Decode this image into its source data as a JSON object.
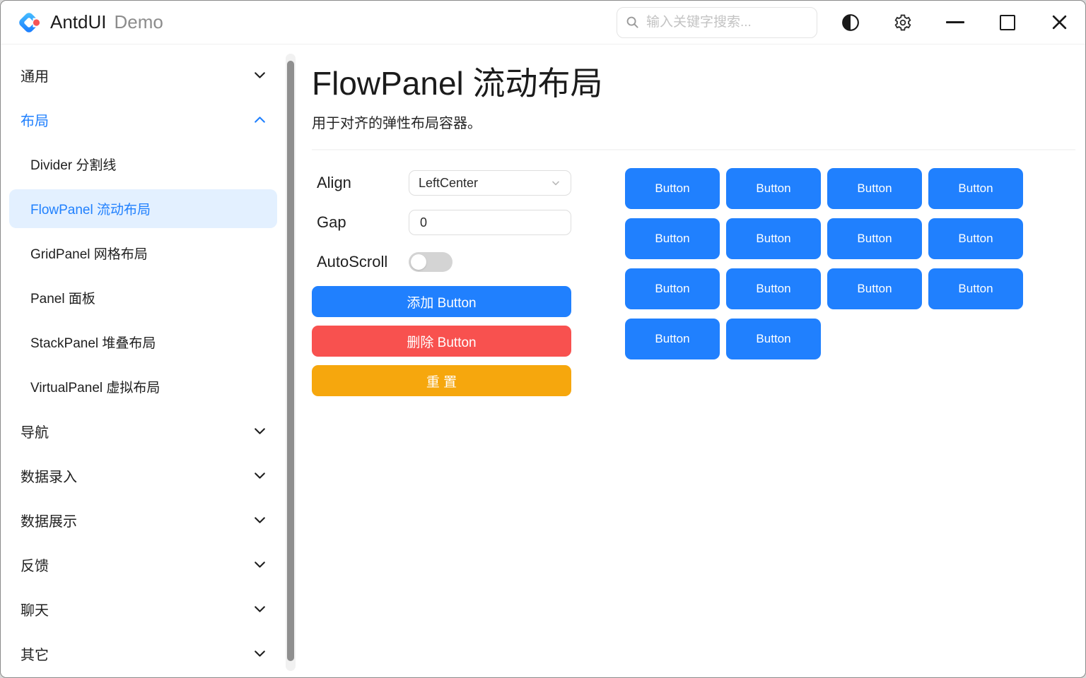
{
  "window": {
    "brand": "AntdUI",
    "brand_suffix": "Demo"
  },
  "titlebar": {
    "search_placeholder": "输入关键字搜索...",
    "search_value": "",
    "icons": {
      "search": "magnifier-icon",
      "theme": "half-circle-contrast-icon",
      "settings": "gear-icon",
      "minimize": "horizontal-bar-icon",
      "maximize": "square-outline-icon",
      "close": "x-icon"
    }
  },
  "sidebar": {
    "items": [
      {
        "label": "通用",
        "type": "group",
        "expanded": false
      },
      {
        "label": "布局",
        "type": "group",
        "expanded": true,
        "active": true
      },
      {
        "label": "Divider 分割线",
        "type": "child"
      },
      {
        "label": "FlowPanel 流动布局",
        "type": "child",
        "selected": true
      },
      {
        "label": "GridPanel 网格布局",
        "type": "child"
      },
      {
        "label": "Panel 面板",
        "type": "child"
      },
      {
        "label": "StackPanel 堆叠布局",
        "type": "child"
      },
      {
        "label": "VirtualPanel 虚拟布局",
        "type": "child"
      },
      {
        "label": "导航",
        "type": "group",
        "expanded": false
      },
      {
        "label": "数据录入",
        "type": "group",
        "expanded": false
      },
      {
        "label": "数据展示",
        "type": "group",
        "expanded": false
      },
      {
        "label": "反馈",
        "type": "group",
        "expanded": false
      },
      {
        "label": "聊天",
        "type": "group",
        "expanded": false
      },
      {
        "label": "其它",
        "type": "group",
        "expanded": false
      }
    ]
  },
  "main": {
    "title": "FlowPanel 流动布局",
    "subtitle": "用于对齐的弹性布局容器。",
    "controls": {
      "align_label": "Align",
      "align_value": "LeftCenter",
      "gap_label": "Gap",
      "gap_value": "0",
      "autoscroll_label": "AutoScroll",
      "autoscroll_on": false,
      "add_button": "添加 Button",
      "remove_button": "删除 Button",
      "reset_button": "重 置"
    },
    "flow_buttons": [
      "Button",
      "Button",
      "Button",
      "Button",
      "Button",
      "Button",
      "Button",
      "Button",
      "Button",
      "Button",
      "Button",
      "Button",
      "Button",
      "Button"
    ]
  },
  "colors": {
    "primary": "#2080FE",
    "danger": "#F8514F",
    "warning": "#F6A70D",
    "selected_bg": "#E3F0FF",
    "scroll_thumb": "#8F8F8F",
    "logo_gradient_start": "#4AC3FF",
    "logo_gradient_end": "#1677FF",
    "logo_dot": "#F65456"
  }
}
